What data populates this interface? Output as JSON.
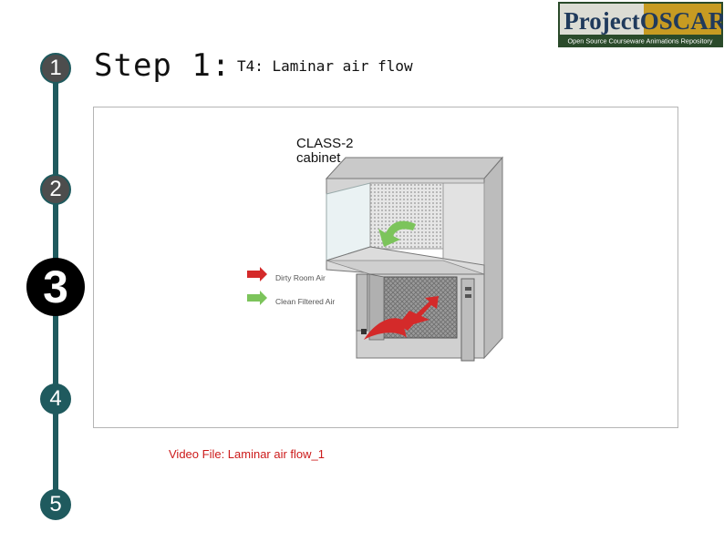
{
  "logo": {
    "word1": "Project",
    "word2": "OSCAR",
    "tagline": "Open Source Courseware Animations Repository"
  },
  "steps": [
    {
      "number": "1"
    },
    {
      "number": "2"
    },
    {
      "number": "3"
    },
    {
      "number": "4"
    },
    {
      "number": "5"
    }
  ],
  "step_title": "Step 1:",
  "subtitle": "T4: Laminar air flow",
  "figure": {
    "label_line1": "CLASS-2",
    "label_line2": "cabinet",
    "legend": [
      {
        "label": "Dirty Room Air",
        "color": "#d42a2a"
      },
      {
        "label": "Clean Filtered Air",
        "color": "#7cc45b"
      }
    ]
  },
  "caption": "Video File: Laminar air flow_1",
  "colors": {
    "timeline": "#1f5a5e",
    "active_node": "#000000",
    "caption": "#cc1a1a"
  }
}
